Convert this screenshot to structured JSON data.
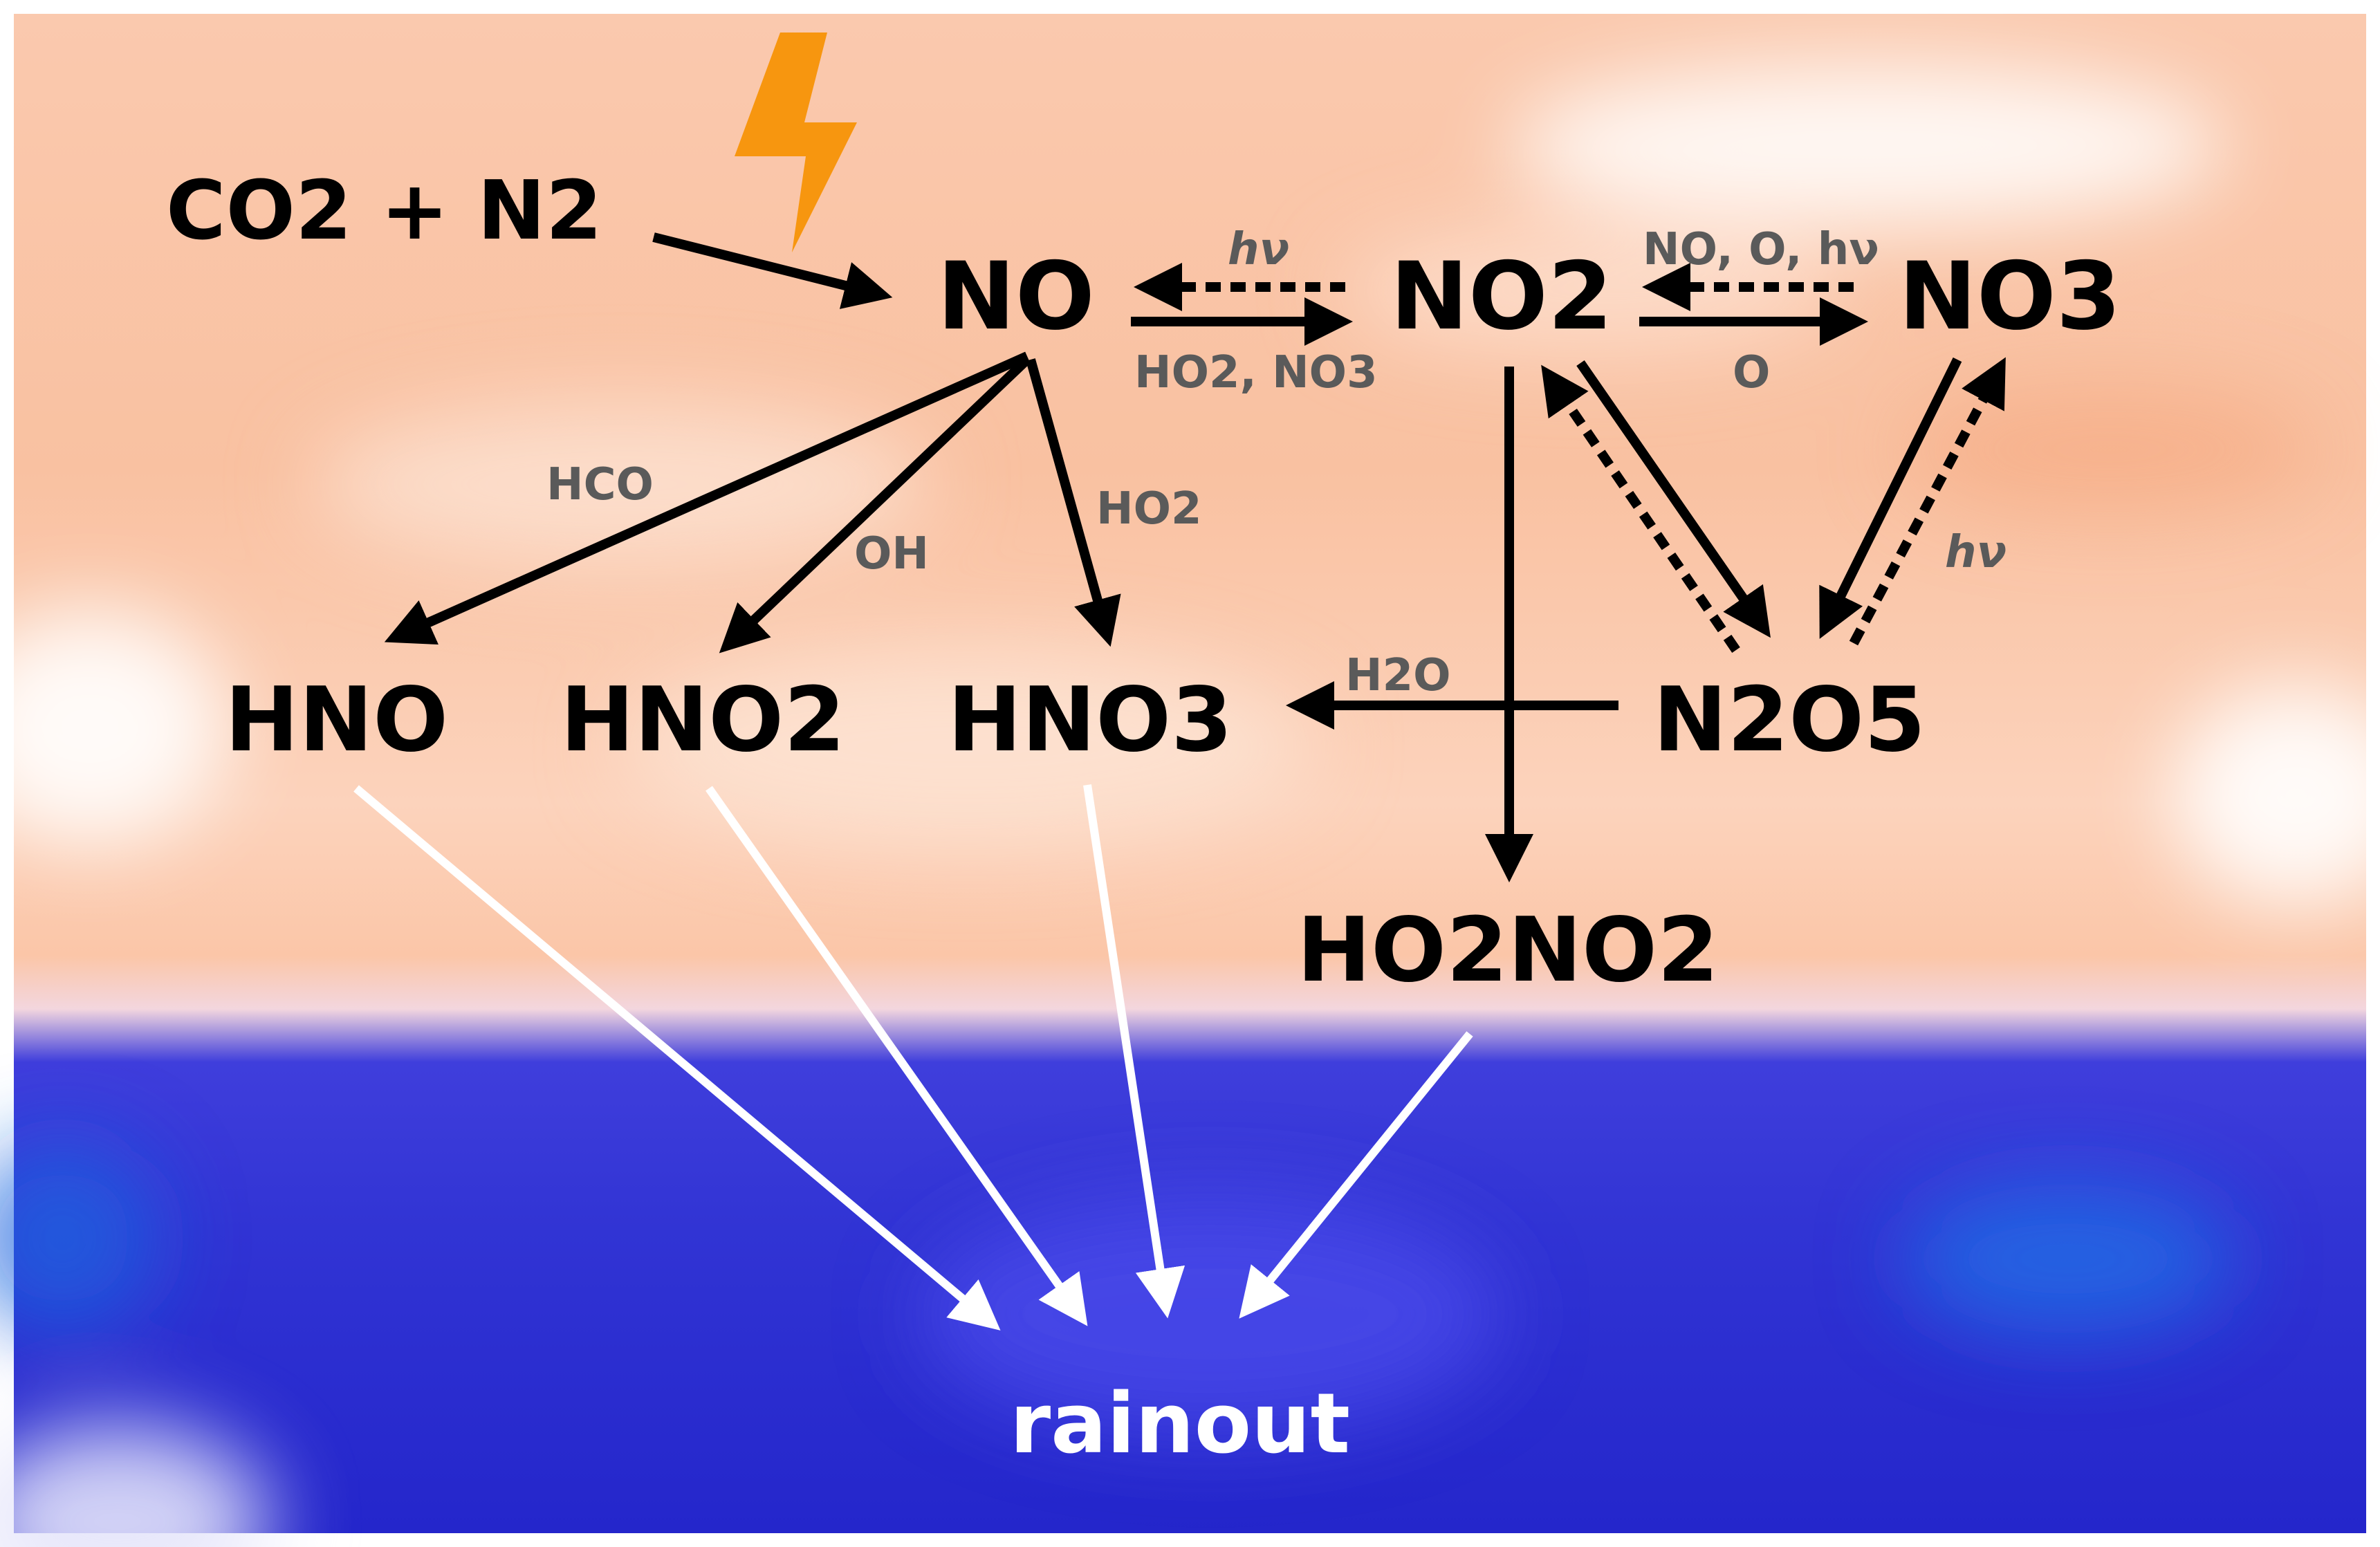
{
  "species": {
    "co2_n2": "CO2 + N2",
    "no": "NO",
    "no2": "NO2",
    "no3": "NO3",
    "hno": "HNO",
    "hno2": "HNO2",
    "hno3": "HNO3",
    "n2o5": "N2O5",
    "ho2no2": "HO2NO2",
    "rainout": "rainout"
  },
  "conditions": {
    "no2_to_no": "hν",
    "no_to_no2": "HO2, NO3",
    "no3_to_no2": "NO, O, hν",
    "no2_to_no3": "O",
    "no_to_hno": "HCO",
    "no_to_hno2": "OH",
    "no_to_hno3": "HO2",
    "n2o5_to_hno3": "H2O",
    "n2o5_to_no3": "hν"
  },
  "icons": {
    "lightning": "lightning-bolt-icon"
  },
  "colors": {
    "atmosphere": "#f8c3a4",
    "ocean": "#2a2bd0",
    "lightning": "#f7960f",
    "arrow": "#000000",
    "rainout_arrow": "#ffffff",
    "condition_text": "#5a5a5a"
  }
}
